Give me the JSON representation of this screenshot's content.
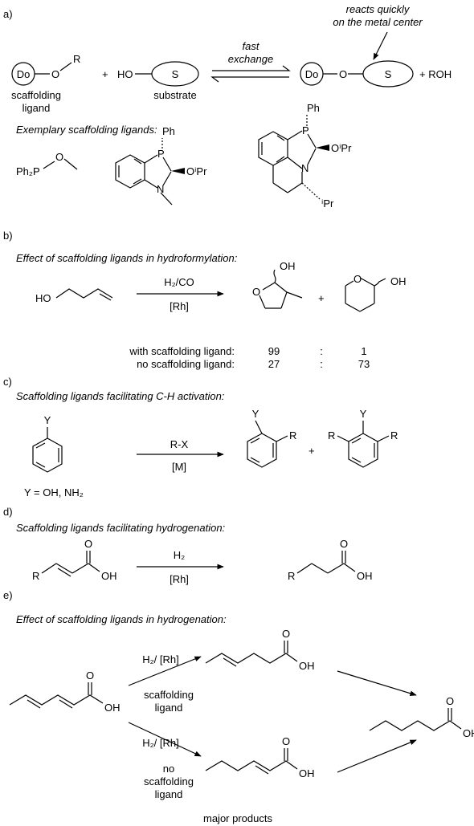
{
  "sections": {
    "a": {
      "label": "a)",
      "note_line1": "reacts quickly",
      "note_line2": "on the metal center",
      "do_label": "Do",
      "o_label": "O",
      "r_label": "R",
      "plus": "+",
      "ho_label": "HO",
      "s_label": "S",
      "fast_label": "fast",
      "exchange_label": "exchange",
      "roh_label": "+ ROH",
      "scaff_line1": "scaffolding",
      "scaff_line2": "ligand",
      "substrate_label": "substrate",
      "exemplary_title": "Exemplary scaffolding ligands:",
      "ph2p_label": "Ph₂P",
      "ph_label": "Ph",
      "p_label": "P",
      "n_label": "N",
      "oipr_label": "OⁱPr",
      "ipr_label": "ⁱPr"
    },
    "b": {
      "label": "b)",
      "title": "Effect of scaffolding ligands in hydroformylation:",
      "reagent": "H₂/CO",
      "catalyst": "[Rh]",
      "ho_label": "HO",
      "oh_label": "OH",
      "o_label": "O",
      "plus": "+",
      "row1_label": "with scaffolding ligand:",
      "row1_v1": "99",
      "row1_sep": ":",
      "row1_v2": "1",
      "row2_label": "no scaffolding ligand:",
      "row2_v1": "27",
      "row2_sep": ":",
      "row2_v2": "73"
    },
    "c": {
      "label": "c)",
      "title": "Scaffolding ligands facilitating C-H activation:",
      "y_label": "Y",
      "reagent": "R-X",
      "catalyst": "[M]",
      "r_label": "R",
      "plus": "+",
      "y_def": "Y = OH, NH₂"
    },
    "d": {
      "label": "d)",
      "title": "Scaffolding ligands facilitating hydrogenation:",
      "reagent": "H₂",
      "catalyst": "[Rh]",
      "r_label": "R",
      "o_label": "O",
      "oh_label": "OH"
    },
    "e": {
      "label": "e)",
      "title": "Effect of scaffolding ligands in hydrogenation:",
      "upper_reagent": "H₂/ [Rh]",
      "upper_cond1": "scaffolding",
      "upper_cond2": "ligand",
      "lower_reagent": "H₂/ [Rh]",
      "lower_cond1": "no",
      "lower_cond2": "scaffolding",
      "lower_cond3": "ligand",
      "o_label": "O",
      "oh_label": "OH",
      "final_oh": "OH",
      "footer": "major products"
    }
  }
}
